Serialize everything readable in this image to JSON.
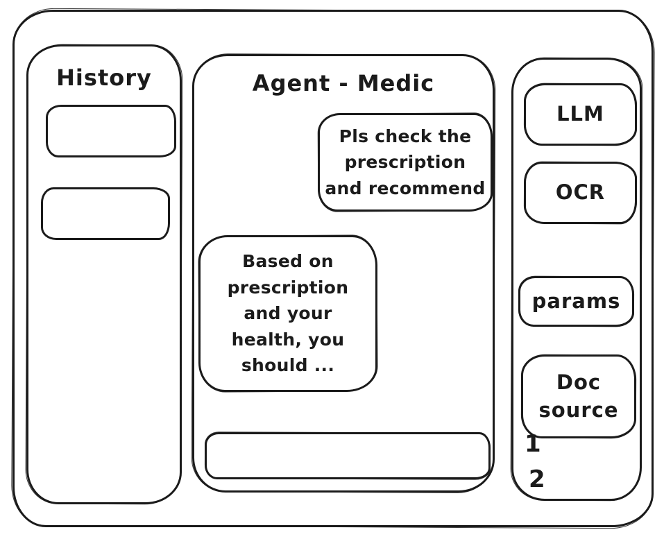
{
  "window": {
    "ink_color": "#1b1b1b",
    "background_color": "#ffffff"
  },
  "history_panel": {
    "title": "History",
    "items": [
      {
        "label": ""
      },
      {
        "label": ""
      }
    ]
  },
  "chat_panel": {
    "title": "Agent - Medic",
    "messages": [
      {
        "role": "user",
        "text": "Pls check the\nprescription\nand recommend"
      },
      {
        "role": "assistant",
        "text": "Based on\nprescription\nand your\nhealth, you\nshould ..."
      }
    ],
    "input": {
      "value": "",
      "placeholder": ""
    }
  },
  "tools_panel": {
    "buttons": [
      {
        "label": "LLM"
      },
      {
        "label": "OCR"
      },
      {
        "label": "params"
      },
      {
        "label": "Doc\nsource"
      }
    ],
    "markers": [
      "1",
      "2"
    ]
  }
}
